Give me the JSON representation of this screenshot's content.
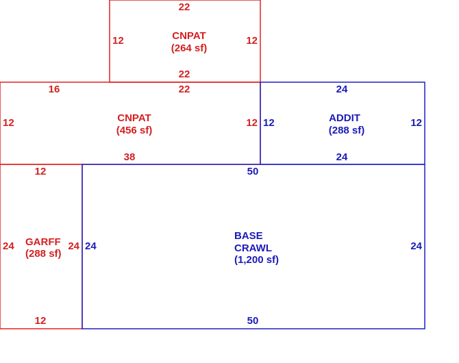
{
  "areas": {
    "cnpat_top": {
      "name": "CNPAT",
      "area": "(264 sf)",
      "dims": {
        "top": "22",
        "bottom": "22",
        "left": "12",
        "right": "12"
      },
      "color": "#d42020"
    },
    "cnpat_mid": {
      "name": "CNPAT",
      "area": "(456 sf)",
      "dims": {
        "top_left": "16",
        "top": "22",
        "bottom": "38",
        "left": "12",
        "right": "12"
      },
      "color": "#d42020"
    },
    "addit": {
      "name": "ADDIT",
      "area": "(288 sf)",
      "dims": {
        "top": "24",
        "bottom": "24",
        "left": "12",
        "right": "12"
      },
      "color": "#1a1ab8"
    },
    "garff": {
      "name": "GARFF",
      "area": "(288 sf)",
      "dims": {
        "top": "12",
        "bottom": "12",
        "left": "24",
        "right": "24"
      },
      "color": "#d42020"
    },
    "base": {
      "name_line1": "BASE",
      "name_line2": "CRAWL",
      "area": "(1,200 sf)",
      "dims": {
        "top": "50",
        "bottom": "50",
        "left": "24",
        "right": "24"
      },
      "color": "#1a1ab8"
    }
  }
}
